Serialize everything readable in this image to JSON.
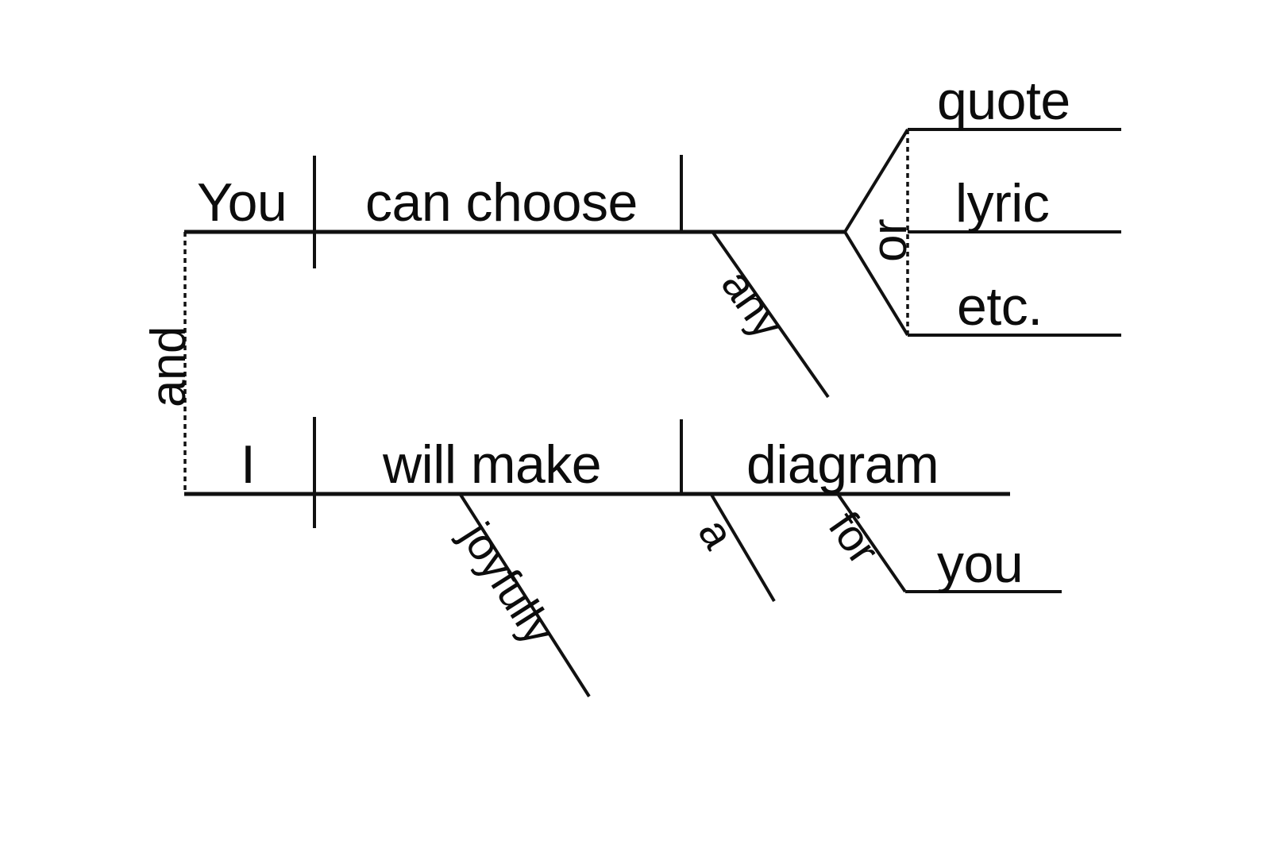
{
  "diagram": {
    "type": "reed-kellogg-sentence-diagram",
    "sentence": "You can choose any quote, lyric, etc. and I will joyfully make a diagram for you.",
    "ink_color": "#111111",
    "background_color": "#ffffff",
    "clauses": [
      {
        "id": "clause-1",
        "subject": "You",
        "verb": "can choose",
        "direct_object_is_compound": true,
        "compound_conjunction": "or",
        "compound_objects": [
          "quote",
          "lyric",
          "etc."
        ],
        "modifiers": [
          {
            "word": "any",
            "modifies": "compound-object",
            "slot": "adjective"
          }
        ]
      },
      {
        "id": "clause-2",
        "subject": "I",
        "verb": "will make",
        "direct_object": "diagram",
        "modifiers": [
          {
            "word": "joyfully",
            "modifies": "will make",
            "slot": "adverb"
          },
          {
            "word": "a",
            "modifies": "diagram",
            "slot": "article"
          }
        ],
        "prepositional_phrase": {
          "preposition": "for",
          "object": "you",
          "modifies": "diagram"
        }
      }
    ],
    "clause_conjunction": "and",
    "labels": {
      "subject_1": "You",
      "verb_1": "can choose",
      "object_any": "any",
      "object_quote": "quote",
      "object_lyric": "lyric",
      "object_etc": "etc.",
      "compound_object_conjunction": "or",
      "clause_conjunction": "and",
      "subject_2": "I",
      "verb_2": "will make",
      "adverb_joyfully": "joyfully",
      "article_a": "a",
      "object_diagram": "diagram",
      "preposition_for": "for",
      "prep_object_you": "you"
    }
  }
}
